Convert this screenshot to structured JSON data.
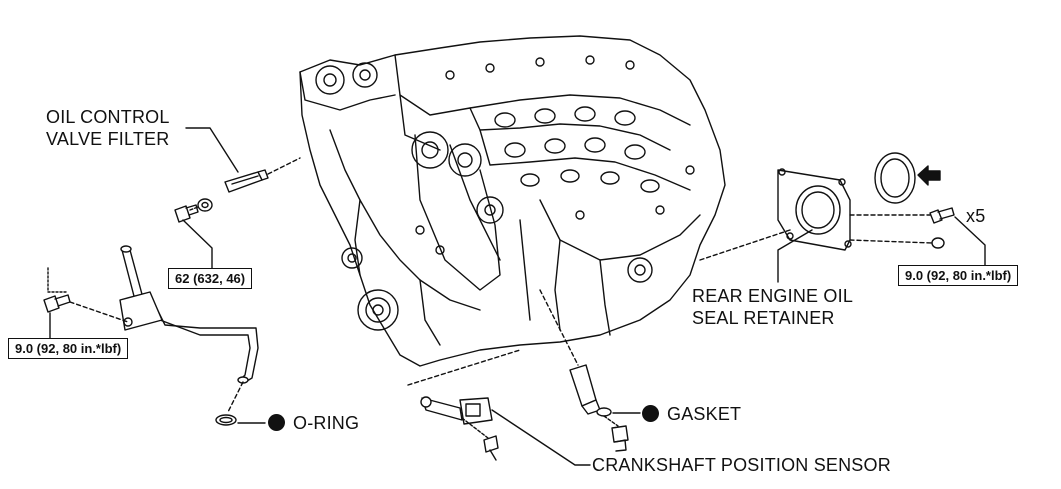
{
  "labels": {
    "oil_control_valve_filter": [
      "OIL CONTROL",
      "VALVE FILTER"
    ],
    "rear_engine_oil_seal_retainer": [
      "REAR ENGINE OIL",
      "SEAL RETAINER"
    ],
    "o_ring": "O-RING",
    "gasket": "GASKET",
    "crankshaft_position_sensor": "CRANKSHAFT POSITION SENSOR",
    "quantity": "x5"
  },
  "torque_specs": {
    "filter_plug": "62 (632, 46)",
    "left_bolt": "9.0 (92, 80 in.*lbf)",
    "right_bolt": "9.0 (92, 80 in.*lbf)"
  },
  "colors": {
    "ink": "#111111",
    "background": "#ffffff"
  }
}
